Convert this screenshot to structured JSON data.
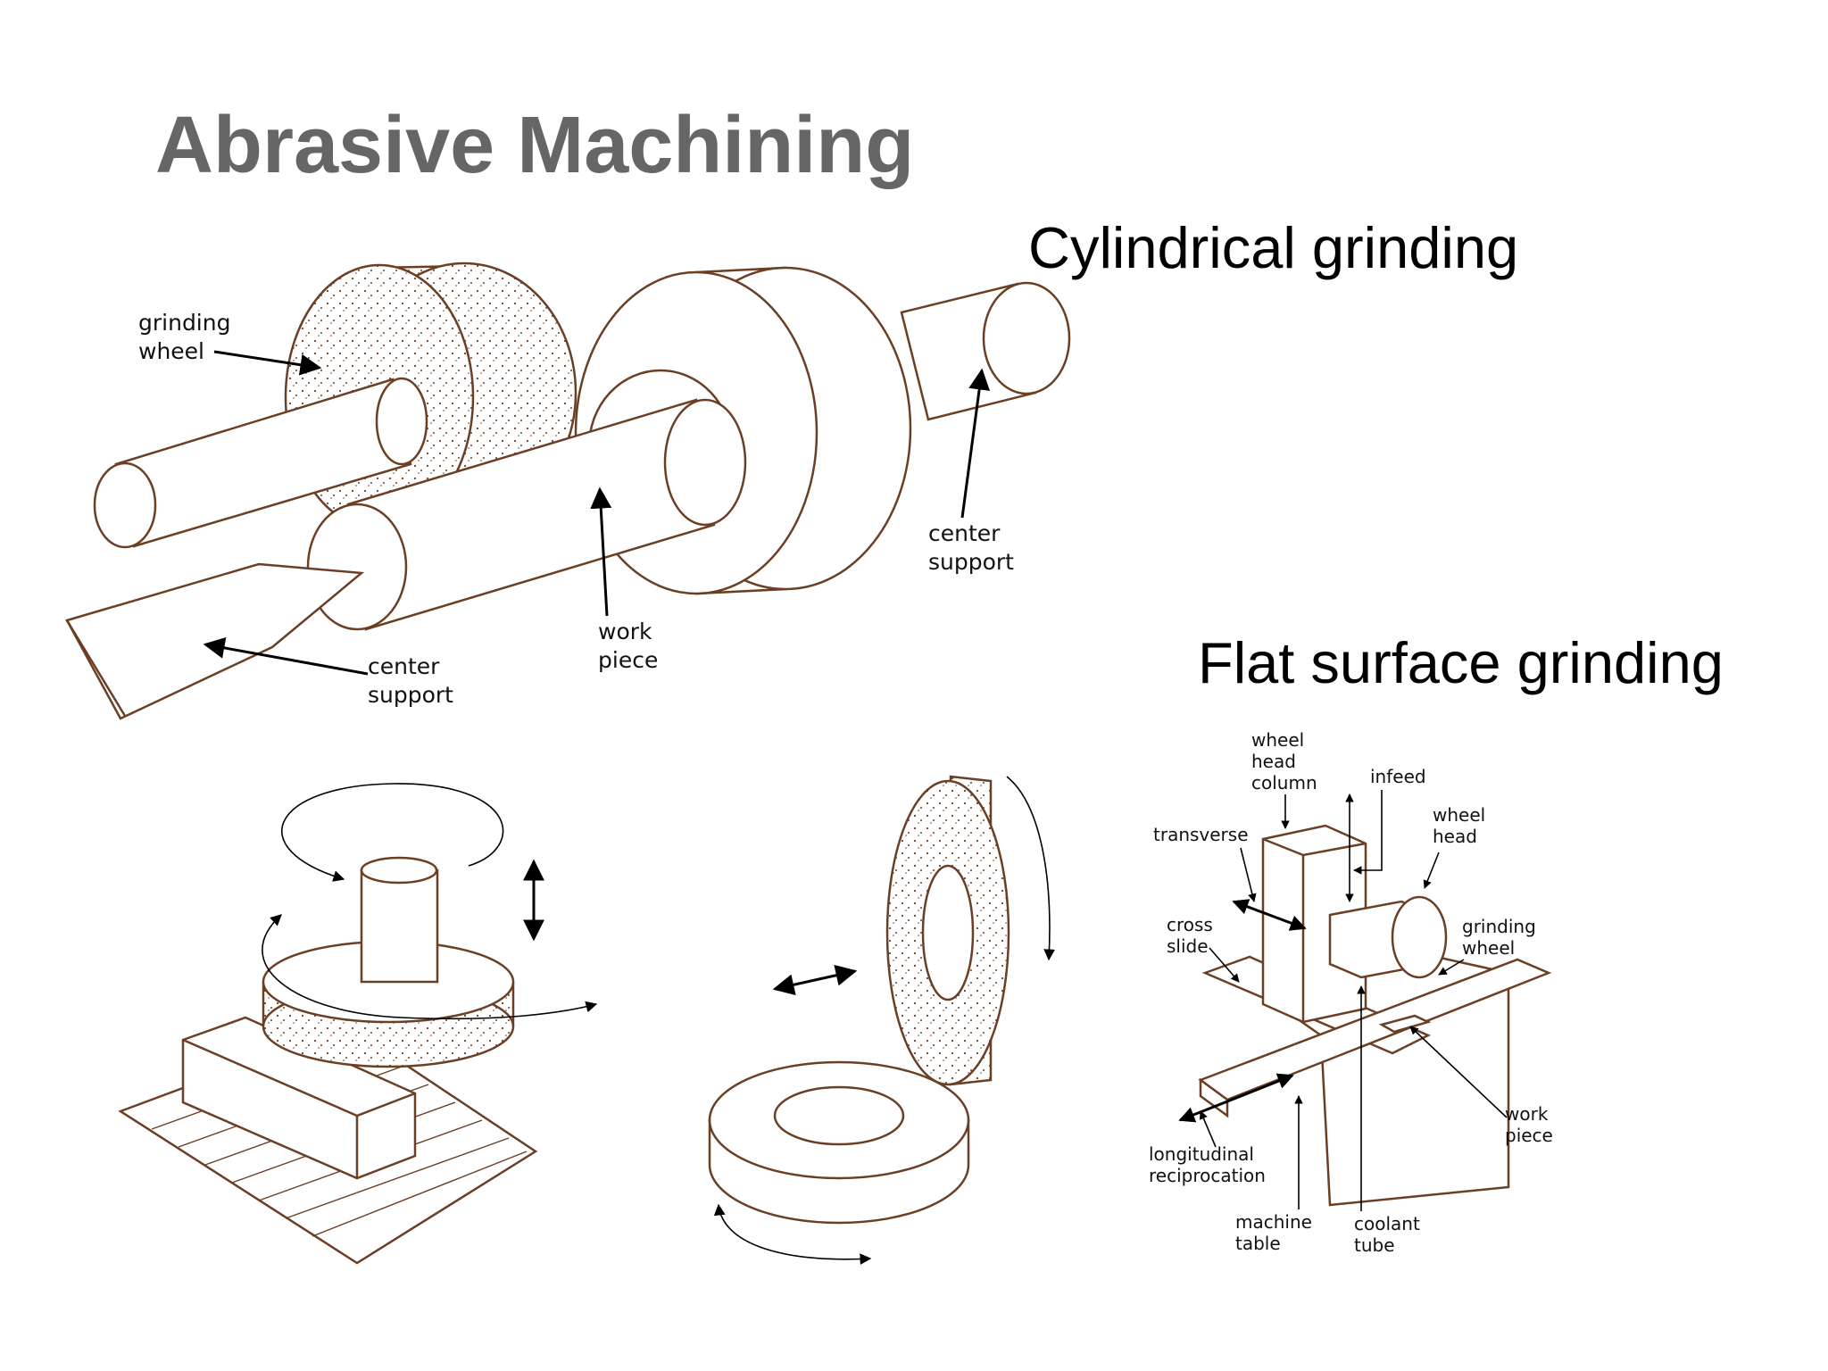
{
  "slide": {
    "title": "Abrasive Machining",
    "captions": {
      "cylindrical": "Cylindrical grinding",
      "flat": "Flat surface grinding"
    }
  },
  "cylindrical_labels": {
    "grinding_wheel": [
      "grinding",
      "wheel"
    ],
    "center_support_right": [
      "center",
      "support"
    ],
    "work_piece": [
      "work",
      "piece"
    ],
    "center_support_left": [
      "center",
      "support"
    ]
  },
  "surface_labels": {
    "wheel_head_column": [
      "wheel",
      "head",
      "column"
    ],
    "infeed": "infeed",
    "wheel_head": [
      "wheel",
      "head"
    ],
    "transverse": "transverse",
    "cross_slide": [
      "cross",
      "slide"
    ],
    "grinding_wheel": [
      "grinding",
      "wheel"
    ],
    "work_piece": [
      "work",
      "piece"
    ],
    "longitudinal_reciprocation": [
      "longitudinal",
      "reciprocation"
    ],
    "machine_table": [
      "machine",
      "table"
    ],
    "coolant_tube": [
      "coolant",
      "tube"
    ]
  },
  "colors": {
    "title": "#666666",
    "ink": "#6b3f24",
    "text": "#000000"
  }
}
